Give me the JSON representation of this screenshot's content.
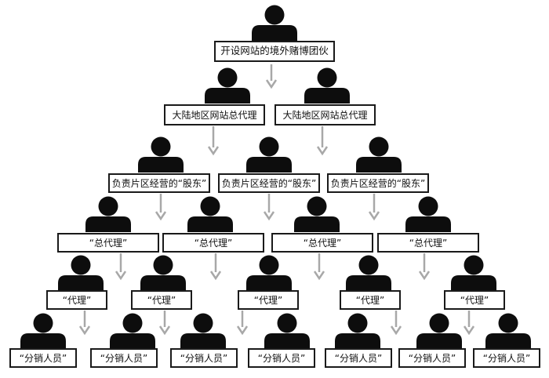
{
  "colors": {
    "person": "#0d0d0d",
    "arrow": "#a8a8a8",
    "box_border": "#1a1a1a",
    "background": "#ffffff"
  },
  "icons": [
    "person-icon",
    "arrow-down-icon"
  ],
  "levels": [
    {
      "role": "开设网站的境外赌博团伙",
      "count": 1
    },
    {
      "role": "大陆地区网站总代理",
      "count": 2
    },
    {
      "role": "负责片区经营的“股东”",
      "count": 3
    },
    {
      "role": "“总代理”",
      "count": 4
    },
    {
      "role": "“代理”",
      "count": 5
    },
    {
      "role": "“分销人员”",
      "count": 7
    }
  ],
  "nodes": {
    "l0": [
      "开设网站的境外赌博团伙"
    ],
    "l1": [
      "大陆地区网站总代理",
      "大陆地区网站总代理"
    ],
    "l2": [
      "负责片区经营的“股东”",
      "负责片区经营的“股东”",
      "负责片区经营的“股东”"
    ],
    "l3": [
      "“总代理”",
      "“总代理”",
      "“总代理”",
      "“总代理”"
    ],
    "l4": [
      "“代理”",
      "“代理”",
      "“代理”",
      "“代理”",
      "“代理”"
    ],
    "l5": [
      "“分销人员”",
      "“分销人员”",
      "“分销人员”",
      "“分销人员”",
      "“分销人员”",
      "“分销人员”",
      "“分销人员”"
    ]
  }
}
